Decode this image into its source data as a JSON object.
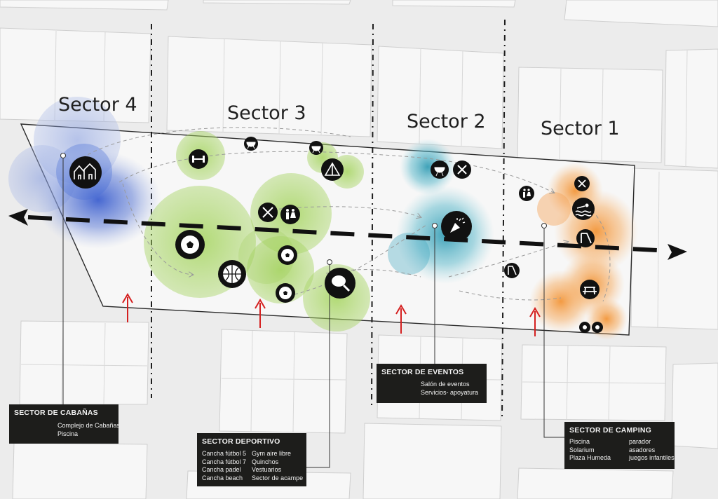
{
  "sectors": {
    "s4": "Sector 4",
    "s3": "Sector 3",
    "s2": "Sector 2",
    "s1": "Sector 1"
  },
  "boxes": {
    "cabanas": {
      "title": "SECTOR DE CABAÑAS",
      "items": [
        "Complejo de Cabañas",
        "Piscina"
      ]
    },
    "deportivo": {
      "title": "SECTOR DEPORTIVO",
      "col1": [
        "Cancha fútbol 5",
        "Cancha fútbol 7",
        "Cancha padel",
        "Cancha beach"
      ],
      "col2": [
        "Gym aire libre",
        "Quinchos",
        "Vestuarios",
        "Sector de acampe"
      ]
    },
    "eventos": {
      "title": "SECTOR  DE EVENTOS",
      "items": [
        "Salón de eventos",
        "Servicios- apoyatura"
      ]
    },
    "camping": {
      "title": "SECTOR DE CAMPING",
      "col1": [
        "Piscina",
        "Solarium",
        "Plaza Humeda"
      ],
      "col2": [
        "parador",
        "asadores",
        "juegos infantiles"
      ]
    }
  },
  "colors": {
    "cabanas_blue": "#4d6fd1",
    "deportivo_green": "#86c63f",
    "eventos_teal": "#2c9fb5",
    "camping_orange": "#f39a3a",
    "access_arrow_red": "#d42020",
    "label_box": "#1d1d1b"
  },
  "icons": [
    "cabins-icon",
    "dumbbell-icon",
    "grill-icon",
    "tent-icon",
    "restaurant-icon",
    "restroom-icon",
    "soccer-ball-icon",
    "basketball-icon",
    "padel-racket-icon",
    "party-popper-icon",
    "swimming-icon",
    "slide-icon",
    "picnic-table-icon",
    "playground-icon"
  ]
}
